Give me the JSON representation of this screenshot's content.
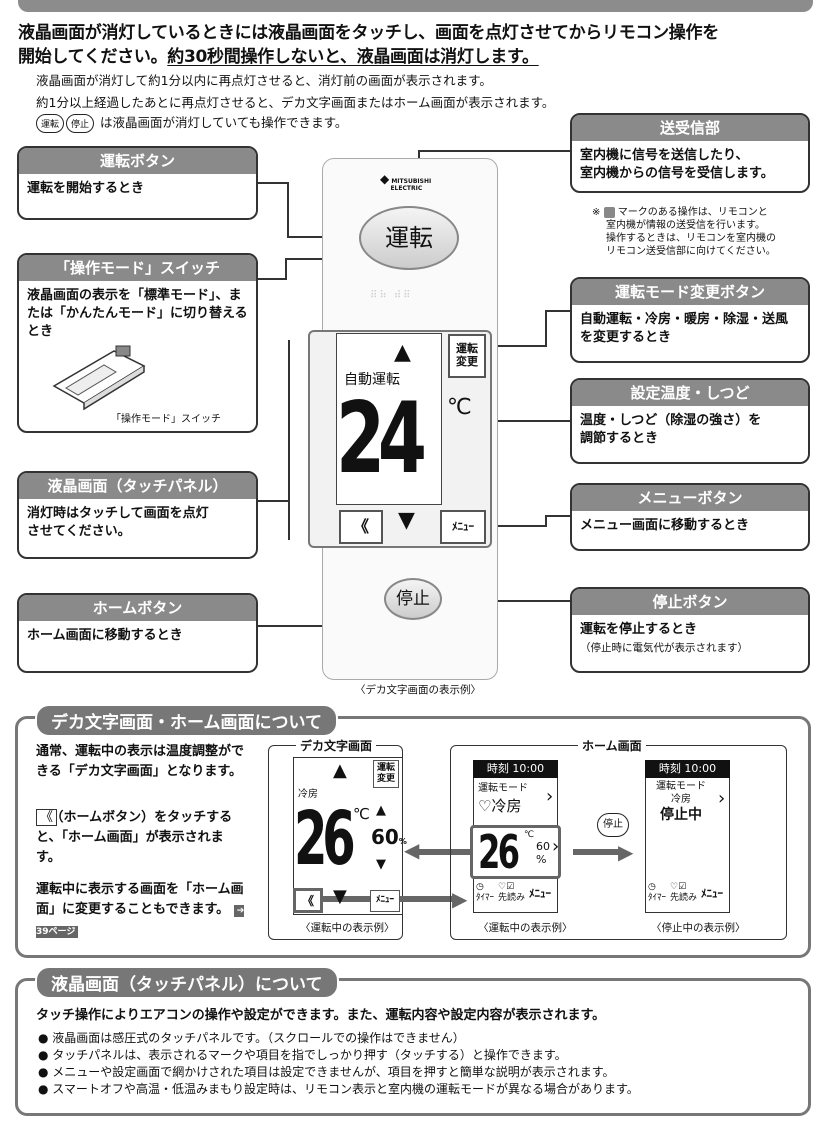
{
  "header": {
    "line1": "液晶画面が消灯しているときには液晶画面をタッチし、画面を点灯させてからリモコン操作を",
    "line2_a": "開始してください。",
    "line2_b": "約30秒間操作しないと、液晶画面は消灯します。",
    "sub1": "液晶画面が消灯して約1分以内に再点灯させると、消灯前の画面が表示されます。",
    "sub2": "約1分以上経過したあとに再点灯させると、デカ文字画面またはホーム画面が表示されます。",
    "sub3_btn1": "運転",
    "sub3_btn2": "停止",
    "sub3": "は液晶画面が消灯していても操作できます。"
  },
  "callouts": {
    "run": {
      "title": "運転ボタン",
      "body": "運転を開始するとき"
    },
    "mode_switch": {
      "title": "「操作モード」スイッチ",
      "body": "液晶画面の表示を「標準モード」、または「かんたんモード」に切り替えるとき",
      "figure_label": "「操作モード」スイッチ"
    },
    "lcd": {
      "title": "液晶画面（タッチパネル）",
      "body": "消灯時はタッチして画面を点灯させてください。"
    },
    "home": {
      "title": "ホームボタン",
      "body": "ホーム画面に移動するとき"
    },
    "transceiver": {
      "title": "送受信部",
      "body1": "室内機に信号を送信したり、",
      "body2": "室内機からの信号を受信します。"
    },
    "note": {
      "mark": "※",
      "l1": "マークのある操作は、リモコンと",
      "l2": "室内機が情報の送受信を行います。",
      "l3": "操作するときは、リモコンを室内機の",
      "l4": "リモコン送受信部に向けてください。"
    },
    "mode_change": {
      "title": "運転モード変更ボタン",
      "body": "自動運転・冷房・暖房・除湿・送風を変更するとき"
    },
    "temp": {
      "title": "設定温度・しつど",
      "body": "温度・しつど（除湿の強さ）を調節するとき"
    },
    "menu": {
      "title": "メニューボタン",
      "body": "メニュー画面に移動するとき"
    },
    "stop": {
      "title": "停止ボタン",
      "body": "運転を停止するとき",
      "note": "（停止時に電気代が表示されます）"
    }
  },
  "remote": {
    "brand1": "MITSUBISHI",
    "brand2": "ELECTRIC",
    "run_btn": "運転",
    "stop_btn": "停止",
    "mode": "自動運転",
    "temp": "24",
    "unit": "℃",
    "mode_change_btn1": "運転",
    "mode_change_btn2": "変更",
    "menu_btn": "ﾒﾆｭｰ",
    "home_btn": "《",
    "caption": "〈デカ文字画面の表示例〉"
  },
  "section2": {
    "title": "デカ文字画面・ホーム画面について",
    "p1": "通常、運転中の表示は温度調整ができる「デカ文字画面」となります。",
    "p2_icon": "《",
    "p2": "（ホームボタン）をタッチすると、「ホーム画面」が表示されます。",
    "p3": "運転中に表示する画面を「ホーム画面」に変更することもできます。",
    "p3_ref": "39ページ",
    "deka": {
      "title": "デカ文字画面",
      "mode": "冷房",
      "temp": "26",
      "unit": "℃",
      "humidity": "60",
      "hum_unit": "%",
      "btn1": "運転",
      "btn2": "変更",
      "menu": "ﾒﾆｭｰ",
      "caption": "〈運転中の表示例〉"
    },
    "home": {
      "title": "ホーム画面",
      "running": {
        "time": "時刻 10:00",
        "mode_label": "運転モード",
        "mode": "冷房",
        "temp": "26",
        "unit": "℃",
        "humidity": "60",
        "hum_unit": "%",
        "timer": "ﾀｲﾏｰ",
        "preread": "先読み",
        "menu": "ﾒﾆｭｰ",
        "caption": "〈運転中の表示例〉"
      },
      "stop_btn": "停止",
      "stopped": {
        "time": "時刻 10:00",
        "mode_label": "運転モード",
        "mode": "冷房",
        "status": "停止中",
        "timer": "ﾀｲﾏｰ",
        "preread": "先読み",
        "menu": "ﾒﾆｭｰ",
        "caption": "〈停止中の表示例〉"
      }
    }
  },
  "section3": {
    "title": "液晶画面（タッチパネル）について",
    "intro": "タッチ操作によりエアコンの操作や設定ができます。また、運転内容や設定内容が表示されます。",
    "bullets": [
      "液晶画面は感圧式のタッチパネルです。（スクロールでの操作はできません）",
      "タッチパネルは、表示されるマークや項目を指でしっかり押す（タッチする）と操作できます。",
      "メニューや設定画面で網かけされた項目は設定できませんが、項目を押すと簡単な説明が表示されます。",
      "スマートオフや高温・低温みまもり設定時は、リモコン表示と室内機の運転モードが異なる場合があります。"
    ]
  }
}
